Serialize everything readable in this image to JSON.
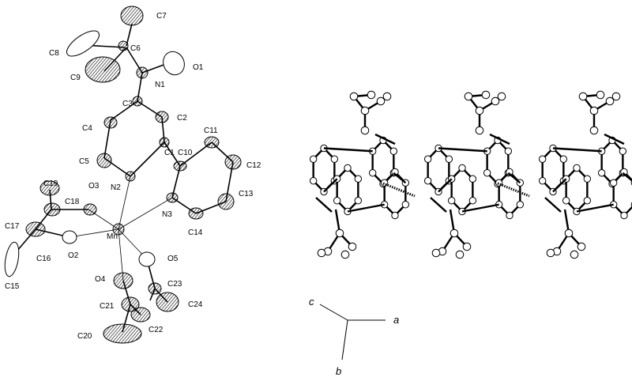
{
  "molecule": {
    "labels": {
      "C7": "C7",
      "C8": "C8",
      "C6": "C6",
      "O1": "O1",
      "C9": "C9",
      "N1": "N1",
      "C3": "C3",
      "C2": "C2",
      "C4": "C4",
      "C11": "C11",
      "C1": "C1",
      "C10": "C10",
      "C5": "C5",
      "C12": "C12",
      "C19": "C19",
      "O3": "O3",
      "N2": "N2",
      "C18": "C18",
      "C13": "C13",
      "N3": "N3",
      "C17": "C17",
      "C14": "C14",
      "Mn": "Mn",
      "C16": "C16",
      "O2": "O2",
      "O5": "O5",
      "C15": "C15",
      "O4": "O4",
      "C23": "C23",
      "C24": "C24",
      "C21": "C21",
      "C22": "C22",
      "C20": "C20"
    }
  },
  "axes": {
    "c": "c",
    "a": "a",
    "b": "b"
  }
}
